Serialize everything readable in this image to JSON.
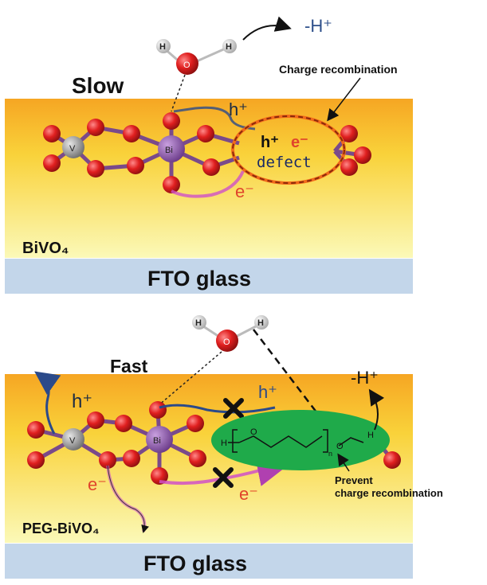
{
  "top_panel": {
    "speed_label": "Slow",
    "proton_label": "-H⁺",
    "callout_label": "Charge recombination",
    "hole_label": "h⁺",
    "electron_label": "e⁻",
    "defect_hole": "h⁺",
    "defect_electron": "e⁻",
    "defect_label": "defect",
    "material_label": "BiVO₄",
    "substrate_label": "FTO glass",
    "atom_v": "V",
    "atom_bi": "Bi",
    "water_h": "H",
    "water_o": "O"
  },
  "bottom_panel": {
    "speed_label": "Fast",
    "proton_label": "-H⁺",
    "hole_label": "h⁺",
    "hole_label_blocked": "h⁺",
    "electron_label": "e⁻",
    "electron_label_blocked": "e⁻",
    "peg_h_left": "H",
    "peg_o": "O",
    "peg_n": "n",
    "peg_o_right": "O",
    "peg_h_right": "H",
    "callout_label_line1": "Prevent",
    "callout_label_line2": "charge recombination",
    "material_label": "PEG-BiVO₄",
    "substrate_label": "FTO glass",
    "atom_v": "V",
    "atom_bi": "Bi",
    "water_h": "H",
    "water_o": "O"
  },
  "colors": {
    "film_top": "#f6a623",
    "film_bottom": "#fbf9b0",
    "substrate": "#c3d6ea",
    "oxygen": "#d81e1e",
    "bismuth": "#8e55a8",
    "vanadium": "#9a9a9a",
    "defect_ring": "#f26a1b",
    "peg_ellipse": "#1faa4a",
    "hole_path": "#3a5a9a",
    "electron_path": "#d050c8",
    "electron_text": "#e0452c"
  }
}
